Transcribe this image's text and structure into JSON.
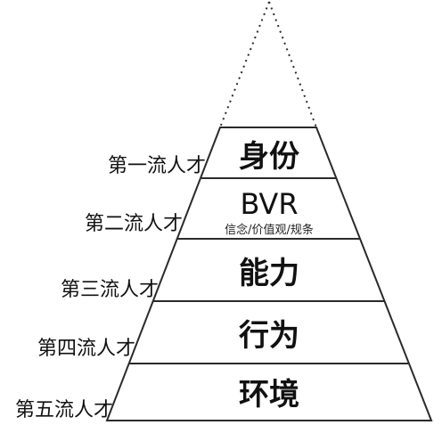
{
  "levels": [
    {
      "label": "身份",
      "side_label": "第一流人才"
    },
    {
      "label": "BVR",
      "sublabel": "信念/价值观/规条",
      "side_label": "第二流人才"
    },
    {
      "label": "能力",
      "side_label": "第三流人才"
    },
    {
      "label": "行为",
      "side_label": "第四流人才"
    },
    {
      "label": "环境",
      "side_label": "第五流人才"
    }
  ],
  "colors": {
    "line": "#2a2a2a",
    "text": "#111111",
    "fill": "#ffffff"
  }
}
